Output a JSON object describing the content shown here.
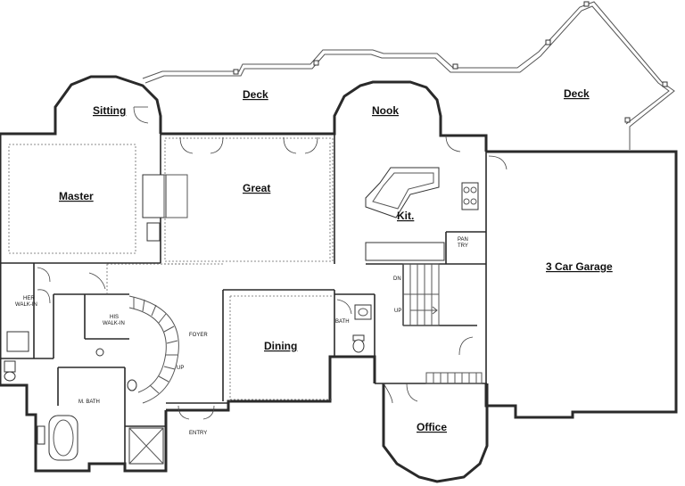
{
  "plan": {
    "rooms": {
      "deck_left": "Deck",
      "deck_right": "Deck",
      "sitting": "Sitting",
      "nook": "Nook",
      "master": "Master",
      "great": "Great",
      "kit": "Kit.",
      "pantry_line1": "PAN",
      "pantry_line2": "TRY",
      "garage": "3 Car Garage",
      "her_walkin_line1": "HER",
      "her_walkin_line2": "WALK-IN",
      "his_walkin_line1": "HIS",
      "his_walkin_line2": "WALK-IN",
      "foyer": "FOYER",
      "dining": "Dining",
      "bath": "BATH",
      "m_bath": "M. BATH",
      "entry": "ENTRY",
      "office": "Office",
      "stair_dn": "DN",
      "stair_up_right": "UP",
      "stair_up_foyer": "UP"
    }
  }
}
